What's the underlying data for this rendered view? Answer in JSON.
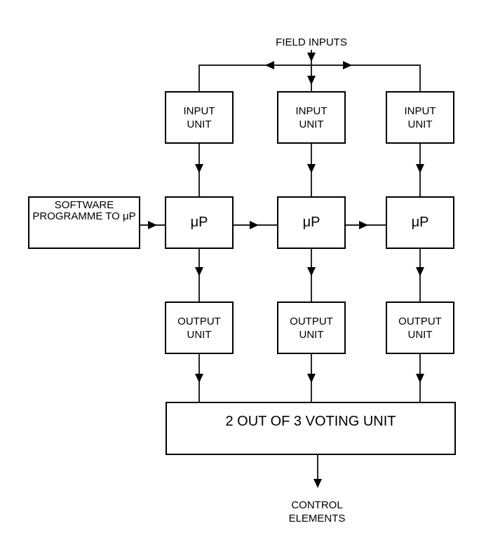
{
  "field_inputs": {
    "label": "FIELD INPUTS"
  },
  "software_box": {
    "lines": [
      "SOFTWARE",
      "PROGRAMME TO μP"
    ]
  },
  "columns": [
    {
      "input_unit": {
        "lines": [
          "INPUT",
          "UNIT"
        ]
      },
      "processor": {
        "label": "μP"
      },
      "output_unit": {
        "lines": [
          "OUTPUT",
          "UNIT"
        ]
      }
    },
    {
      "input_unit": {
        "lines": [
          "INPUT",
          "UNIT"
        ]
      },
      "processor": {
        "label": "μP"
      },
      "output_unit": {
        "lines": [
          "OUTPUT",
          "UNIT"
        ]
      }
    },
    {
      "input_unit": {
        "lines": [
          "INPUT",
          "UNIT"
        ]
      },
      "processor": {
        "label": "μP"
      },
      "output_unit": {
        "lines": [
          "OUTPUT",
          "UNIT"
        ]
      }
    }
  ],
  "voting_unit": {
    "label": "2 OUT OF 3 VOTING UNIT"
  },
  "control_elements": {
    "lines": [
      "CONTROL",
      "ELEMENTS"
    ]
  },
  "colors": {
    "line": "#000000",
    "text": "#000000",
    "background": "#ffffff",
    "box_fill": "#ffffff"
  }
}
